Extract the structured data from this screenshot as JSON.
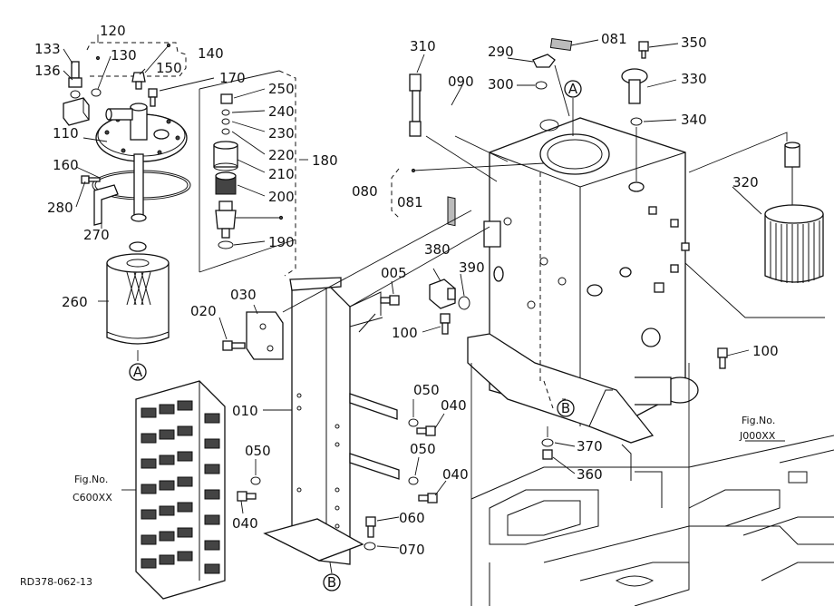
{
  "callouts": [
    {
      "id": "120",
      "text": "120"
    },
    {
      "id": "133",
      "text": "133"
    },
    {
      "id": "130",
      "text": "130"
    },
    {
      "id": "140",
      "text": "140"
    },
    {
      "id": "136",
      "text": "136"
    },
    {
      "id": "150",
      "text": "150"
    },
    {
      "id": "170",
      "text": "170"
    },
    {
      "id": "110",
      "text": "110"
    },
    {
      "id": "160",
      "text": "160"
    },
    {
      "id": "280",
      "text": "280"
    },
    {
      "id": "270",
      "text": "270"
    },
    {
      "id": "260",
      "text": "260"
    },
    {
      "id": "250",
      "text": "250"
    },
    {
      "id": "240",
      "text": "240"
    },
    {
      "id": "230",
      "text": "230"
    },
    {
      "id": "220",
      "text": "220"
    },
    {
      "id": "210",
      "text": "210"
    },
    {
      "id": "180",
      "text": "180"
    },
    {
      "id": "200",
      "text": "200"
    },
    {
      "id": "190",
      "text": "190"
    },
    {
      "id": "310",
      "text": "310"
    },
    {
      "id": "090",
      "text": "090"
    },
    {
      "id": "290",
      "text": "290"
    },
    {
      "id": "081a",
      "text": "081"
    },
    {
      "id": "350",
      "text": "350"
    },
    {
      "id": "300",
      "text": "300"
    },
    {
      "id": "330",
      "text": "330"
    },
    {
      "id": "340",
      "text": "340"
    },
    {
      "id": "080",
      "text": "080"
    },
    {
      "id": "081b",
      "text": "081"
    },
    {
      "id": "320",
      "text": "320"
    },
    {
      "id": "380",
      "text": "380"
    },
    {
      "id": "390",
      "text": "390"
    },
    {
      "id": "005",
      "text": "005"
    },
    {
      "id": "030",
      "text": "030"
    },
    {
      "id": "020",
      "text": "020"
    },
    {
      "id": "100a",
      "text": "100"
    },
    {
      "id": "100b",
      "text": "100"
    },
    {
      "id": "010",
      "text": "010"
    },
    {
      "id": "050a",
      "text": "050"
    },
    {
      "id": "040a",
      "text": "040"
    },
    {
      "id": "050b",
      "text": "050"
    },
    {
      "id": "050c",
      "text": "050"
    },
    {
      "id": "040b",
      "text": "040"
    },
    {
      "id": "040c",
      "text": "040"
    },
    {
      "id": "060",
      "text": "060"
    },
    {
      "id": "070",
      "text": "070"
    },
    {
      "id": "370",
      "text": "370"
    },
    {
      "id": "360",
      "text": "360"
    }
  ],
  "markers": [
    {
      "id": "A-top",
      "text": "A"
    },
    {
      "id": "A-left",
      "text": "A"
    },
    {
      "id": "B-tank",
      "text": "B"
    },
    {
      "id": "B-frame",
      "text": "B"
    }
  ],
  "figure_refs": {
    "left_line1": "Fig.No.",
    "left_line2": "C600XX",
    "right_line1": "Fig.No.",
    "right_line2": "J000XX"
  },
  "drawing_code": "RD378-062-13"
}
